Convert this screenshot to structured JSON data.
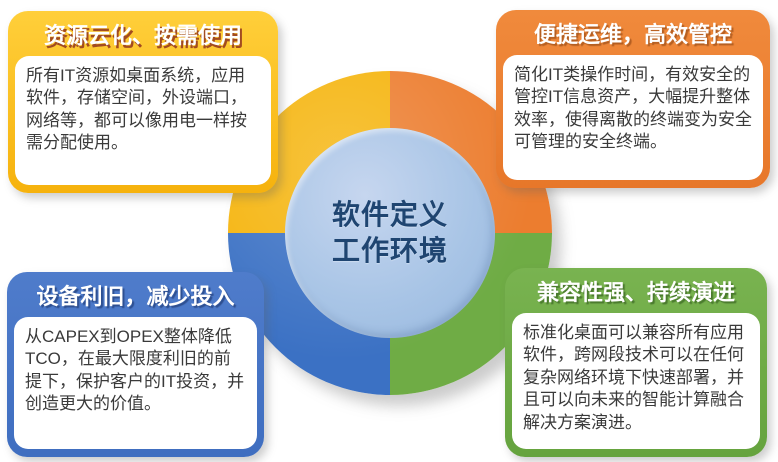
{
  "diagram": {
    "type": "four-quadrant-ring-diagram",
    "center": {
      "line1": "软件定义",
      "line2": "工作环境",
      "inner_circle_color": "#A9C5E6",
      "text_color": "#1F4571"
    },
    "ring_quadrant_colors": {
      "top_left": "#F5B40C",
      "top_right": "#EC7D2F",
      "bottom_left": "#3B71C4",
      "bottom_right": "#6FAC45"
    }
  },
  "cards": [
    {
      "position": "top-left",
      "accent_color": "#F9B70E",
      "title": "资源云化、按需使用",
      "body": "所有IT资源如桌面系统，应用软件，存储空间，外设端口，网络等，都可以像用电一样按需分配使用。"
    },
    {
      "position": "top-right",
      "accent_color": "#E97E30",
      "title": "便捷运维，高效管控",
      "body": "简化IT类操作时间，有效安全的管控IT信息资产，大幅提升整体效率，使得离散的终端变为安全可管理的安全终端。"
    },
    {
      "position": "bottom-left",
      "accent_color": "#4472C4",
      "title": "设备利旧，减少投入",
      "body": "从CAPEX到OPEX整体降低TCO，在最大限度利旧的前提下，保护客户的IT投资，并创造更大的价值。"
    },
    {
      "position": "bottom-right",
      "accent_color": "#6FAC45",
      "title": "兼容性强、持续演进",
      "body": "标准化桌面可以兼容所有应用软件，跨网段技术可以在任何复杂网络环境下快速部署，并且可以向未来的智能计算融合解决方案演进。"
    }
  ]
}
